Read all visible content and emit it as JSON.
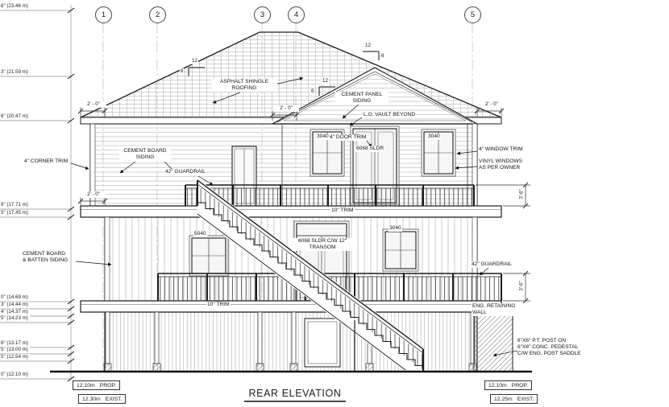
{
  "title": "REAR ELEVATION",
  "grid_bubbles": [
    "1",
    "2",
    "3",
    "4",
    "5"
  ],
  "elevation_markers": [
    {
      "label": "6\" (23.46 m)"
    },
    {
      "label": "3\" (21.59 m)"
    },
    {
      "label": "6\" (20.47 m)"
    },
    {
      "label": "9\" (17.71 m)"
    },
    {
      "label": "5\" (17.45 m)"
    },
    {
      "label": "0\" (14.69 m)"
    },
    {
      "label": "3\" (14.44 m)"
    },
    {
      "label": "4\" (14.37 m)"
    },
    {
      "label": "5\" (14.23 m)"
    },
    {
      "label": "6\" (13.17 m)"
    },
    {
      "label": "5\" (13.00 m)"
    },
    {
      "label": "5\" (12.54 m)"
    },
    {
      "label": "0\" (12.10 m)"
    }
  ],
  "annotations": {
    "asphalt_shingle": "ASPHALT SHINGLE\nROOFING",
    "cement_panel": "CEMENT PANEL\nSIDING",
    "lo_vault": "L.O. VAULT BEYOND",
    "door_trim": "4\" DOOR TRIM",
    "window_trim": "4\" WINDOW TRIM",
    "vinyl_windows": "VINYL WINDOWS\nAS PER OWNER",
    "corner_trim": "4\" CORNER TRIM",
    "cement_board": "CEMENT BOARD\nSIDING",
    "guardrail_upper": "42\" GUARDRAIL",
    "guardrail_lower": "42\" GUARDRAIL",
    "trim_upper": "10\" TRIM",
    "trim_lower": "10\" TRIM",
    "board_batten": "CEMENT BOARD\n& BATTEN SIDING",
    "retaining_wall": "ENG. RETAINING\nWALL",
    "post_note": "6\"X6\" P.T. POST ON\n6\"X6\" CONC. PEDESTAL\nC/W ENG. POST SADDLE"
  },
  "windows": {
    "upper_left": "3040",
    "upper_door": "6068 SLDR",
    "upper_right": "3040",
    "mid_left": "5040",
    "mid_door": "6068 SLDR C/W 12\"\nTRANSOM",
    "mid_right": "3040"
  },
  "dimensions": {
    "overhang": "2' - 0\"",
    "rail_height": "3'-6\""
  },
  "slope": {
    "run": "12",
    "rise": "6"
  },
  "footer": {
    "left": [
      {
        "value": "12.10m",
        "tag": "PROP."
      },
      {
        "value": "12.30m",
        "tag": "EXIST."
      }
    ],
    "right": [
      {
        "value": "12.10m",
        "tag": "PROP."
      },
      {
        "value": "12.25m",
        "tag": "EXIST."
      }
    ]
  },
  "colors": {
    "ink": "#1c1c1c",
    "background": "#ffffff"
  }
}
